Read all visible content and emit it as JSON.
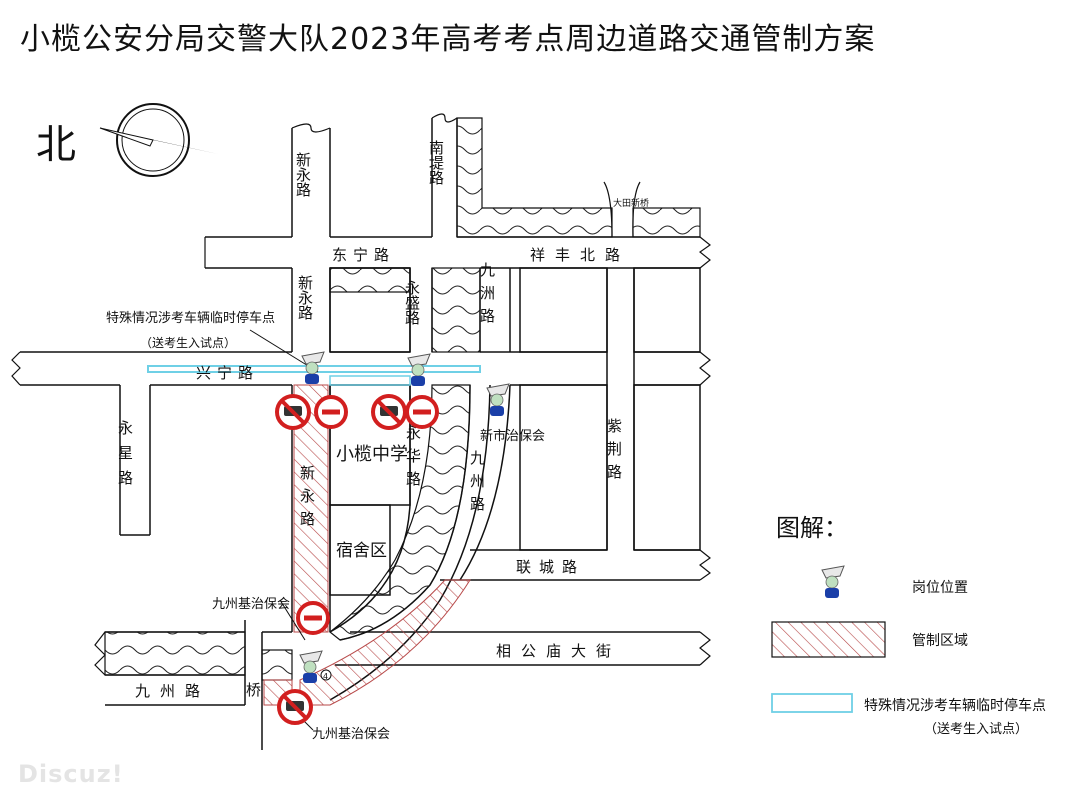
{
  "title": "小榄公安分局交警大队2023年高考考点周边道路交通管制方案",
  "north": "北",
  "roads": {
    "xinyong_top": "新永路",
    "nandi": "南堤路",
    "dongning": "东宁路",
    "xiangfengbei": "祥丰北路",
    "datian_bridge": "大田新桥",
    "xinyong_mid": "新永路",
    "yongsheng": "永盛路",
    "jiuzhou_top": "九洲路",
    "xingning": "兴宁路",
    "yongxing": "永星路",
    "xinyong_low": "新永路",
    "yonghua": "永华路",
    "jiuzhou_mid": "九州路",
    "ziyun": "紫荆路",
    "liancheng": "联城路",
    "xianggongmiao": "相公庙大街",
    "jiuzhou_bottom": "九州路",
    "bridge": "桥"
  },
  "places": {
    "school": "小榄中学",
    "dorm": "宿舍区",
    "xinshi": "新市治保会",
    "jiuzhouji_top": "九州基治保会",
    "jiuzhouji_bottom": "九州基治保会"
  },
  "annotations": {
    "stop_point_line1": "特殊情况涉考车辆临时停车点",
    "stop_point_line2": "（送考生入试点）",
    "circle_marker": "4"
  },
  "legend": {
    "title": "图解：",
    "post": "岗位位置",
    "control": "管制区域",
    "stop_line1": "特殊情况涉考车辆临时停车点",
    "stop_line2": "（送考生入试点）"
  },
  "watermark": "Discuz!",
  "colors": {
    "road_line": "#111111",
    "sign_red": "#d21f1f",
    "police_blue": "#1a3fa8",
    "stop_zone": "#6fd0e6",
    "hatch": "#b84a4a"
  }
}
